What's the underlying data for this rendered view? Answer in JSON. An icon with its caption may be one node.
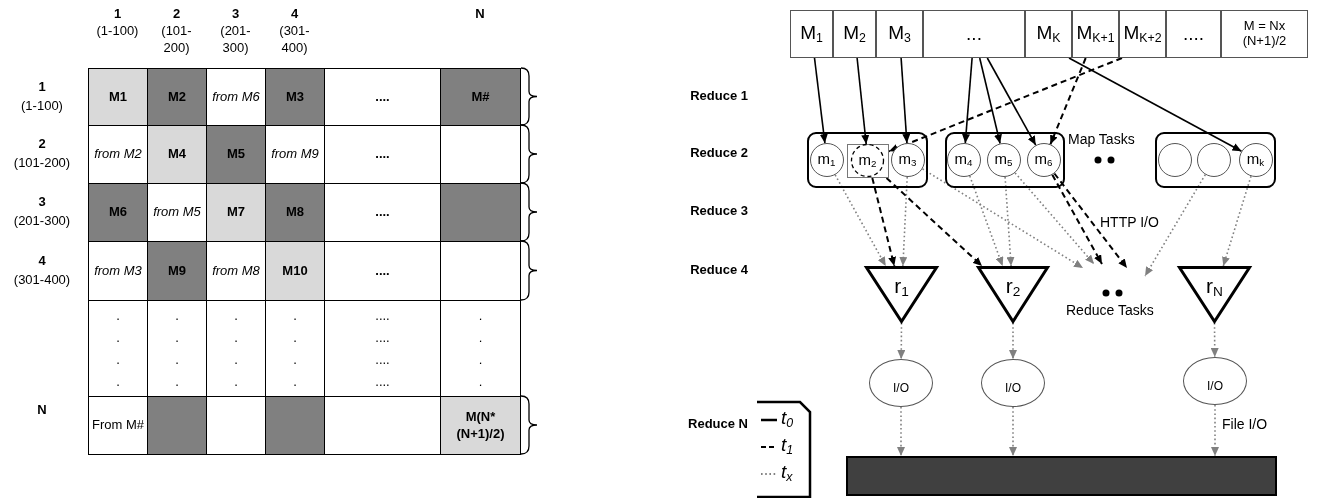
{
  "diagram": {
    "nodes": [
      {
        "text": [
          "M$_{1}$"
        ]
      },
      {
        "text": [
          "M$_{2}$"
        ]
      },
      {
        "text": [
          "M$_{3}$"
        ]
      },
      {
        "text": [
          "..."
        ]
      },
      {
        "text": [
          "M$_{K}$"
        ]
      },
      {
        "text": [
          "M$_{K+1}$"
        ]
      },
      {
        "text": [
          "M$_{K+2}$"
        ]
      },
      {
        "text": [
          "...."
        ]
      },
      {
        "text": [
          "M = Nx (N+1)/2"
        ]
      },
      {
        "text": [],
        "shape": "box"
      },
      {
        "text": [
          "m$_{1}$"
        ],
        "in": 9
      },
      {
        "text": [
          "m$_{2}$"
        ],
        "in": 9
      },
      {
        "text": [
          "m$_{3}$"
        ],
        "in": 9
      },
      {
        "text": [],
        "shape": "box"
      },
      {
        "text": [
          "m$_{4}$"
        ],
        "in": 13
      },
      {
        "text": [
          "m$_{5}$"
        ],
        "in": 13
      },
      {
        "text": [
          "m$_{6}$"
        ],
        "in": 13
      },
      {
        "text": [],
        "shape": "box"
      },
      {
        "text": [],
        "shape": "circle",
        "in": 17
      },
      {
        "text": [],
        "shape": "circle",
        "in": 17
      },
      {
        "text": [
          "m$_{k}$"
        ],
        "in": 17
      },
      {
        "text": [
          "r$_{1}$"
        ]
      },
      {
        "text": [
          "r$_{2}$"
        ]
      },
      {
        "text": [
          "r$_{N}$"
        ]
      },
      {
        "text": [
          "I/O"
        ]
      },
      {
        "text": [
          "I/O"
        ]
      },
      {
        "text": [
          "I/O"
        ]
      },
      {
        "text": [],
        "shape": "bar"
      }
    ],
    "edges": [
      {
        "from": 0,
        "to": 10,
        "arrow": "to",
        "color": "#000000"
      },
      {
        "from": 1,
        "to": 11,
        "arrow": "to",
        "color": "#000000"
      },
      {
        "from": 2,
        "to": 12,
        "arrow": "to",
        "color": "#000000"
      },
      {
        "from": 3,
        "to": 14,
        "arrow": "to",
        "color": "#000000"
      },
      {
        "from": 3,
        "to": 15,
        "arrow": "to",
        "color": "#000000"
      },
      {
        "from": 3,
        "to": 16,
        "arrow": "to",
        "color": "#000000"
      },
      {
        "from": 4,
        "to": 20,
        "arrow": "to",
        "color": "#000000"
      },
      {
        "from": 6,
        "to": 11,
        "arrow": "to",
        "style": "dashed",
        "color": "#000000"
      },
      {
        "from": 5,
        "to": 16,
        "arrow": "to",
        "style": "dashed",
        "color": "#000000"
      },
      {
        "from": 10,
        "to": 21,
        "arrow": "to",
        "style": "dashed"
      },
      {
        "from": 11,
        "to": 21,
        "arrow": "to",
        "style": "dashed",
        "color": "#000000"
      },
      {
        "from": 12,
        "to": 21,
        "arrow": "to",
        "style": "dashed"
      },
      {
        "from": 11,
        "to": 22,
        "arrow": "to",
        "style": "dashed",
        "color": "#000000"
      },
      {
        "from": 14,
        "to": 22,
        "arrow": "to",
        "style": "dashed"
      },
      {
        "from": 15,
        "to": 22,
        "arrow": "to",
        "style": "dashed"
      },
      {
        "from": 12,
        "to": null,
        "arrow": "to",
        "style": "dashed"
      },
      {
        "from": 15,
        "to": null,
        "arrow": "to",
        "style": "dashed"
      },
      {
        "from": 16,
        "to": null,
        "arrow": "to",
        "style": "dashed",
        "color": "#000000"
      },
      {
        "from": 16,
        "to": null,
        "arrow": "to",
        "style": "dashed",
        "color": "#000000"
      },
      {
        "from": 19,
        "to": null,
        "arrow": "to",
        "style": "dashed"
      },
      {
        "from": 20,
        "to": 23,
        "arrow": "to",
        "style": "dashed"
      },
      {
        "from": 21,
        "to": 24,
        "arrow": "to",
        "style": "dashed"
      },
      {
        "from": 22,
        "to": 25,
        "arrow": "to",
        "style": "dashed"
      },
      {
        "from": 23,
        "to": 26,
        "arrow": "to",
        "style": "dashed"
      },
      {
        "from": 24,
        "to": 27,
        "arrow": "to",
        "style": "dashed"
      },
      {
        "from": 25,
        "to": 27,
        "arrow": "to",
        "style": "dashed"
      },
      {
        "from": 26,
        "to": 27,
        "arrow": "to",
        "style": "dashed"
      }
    ],
    "labels": [
      "1",
      "(1-100)",
      "2",
      "(101-200)",
      "3",
      "(201-300)",
      "4",
      "(301-400)",
      "N",
      "1",
      "(1-100)",
      "M1",
      "M2",
      "from M6",
      "M3",
      "....",
      "M#",
      "Reduce 1",
      "2",
      "(101-200)",
      "from M2",
      "M4",
      "M5",
      "from M9",
      "....",
      "Reduce 2",
      "3",
      "(201-300)",
      "M6",
      "from M5",
      "M7",
      "M8",
      "....",
      "Reduce 3",
      "4",
      "(301-400)",
      "from M3",
      "M9",
      "from M8",
      "M10",
      "....",
      "Reduce 4",
      ". . . .",
      ". . . .",
      ". . . .",
      ". . . .",
      ".... .... .... ....",
      ". . . .",
      "N",
      "From M#",
      "M(N* (N+1)/2)",
      "Reduce N",
      "Map Tasks",
      "HTTP I/O",
      "Reduce Tasks",
      "File I/O"
    ],
    "legend": [
      {
        "text": "t$_{0}$"
      },
      {
        "text": "t$_{1}$"
      },
      {
        "text": "t$_{x}$"
      }
    ]
  }
}
